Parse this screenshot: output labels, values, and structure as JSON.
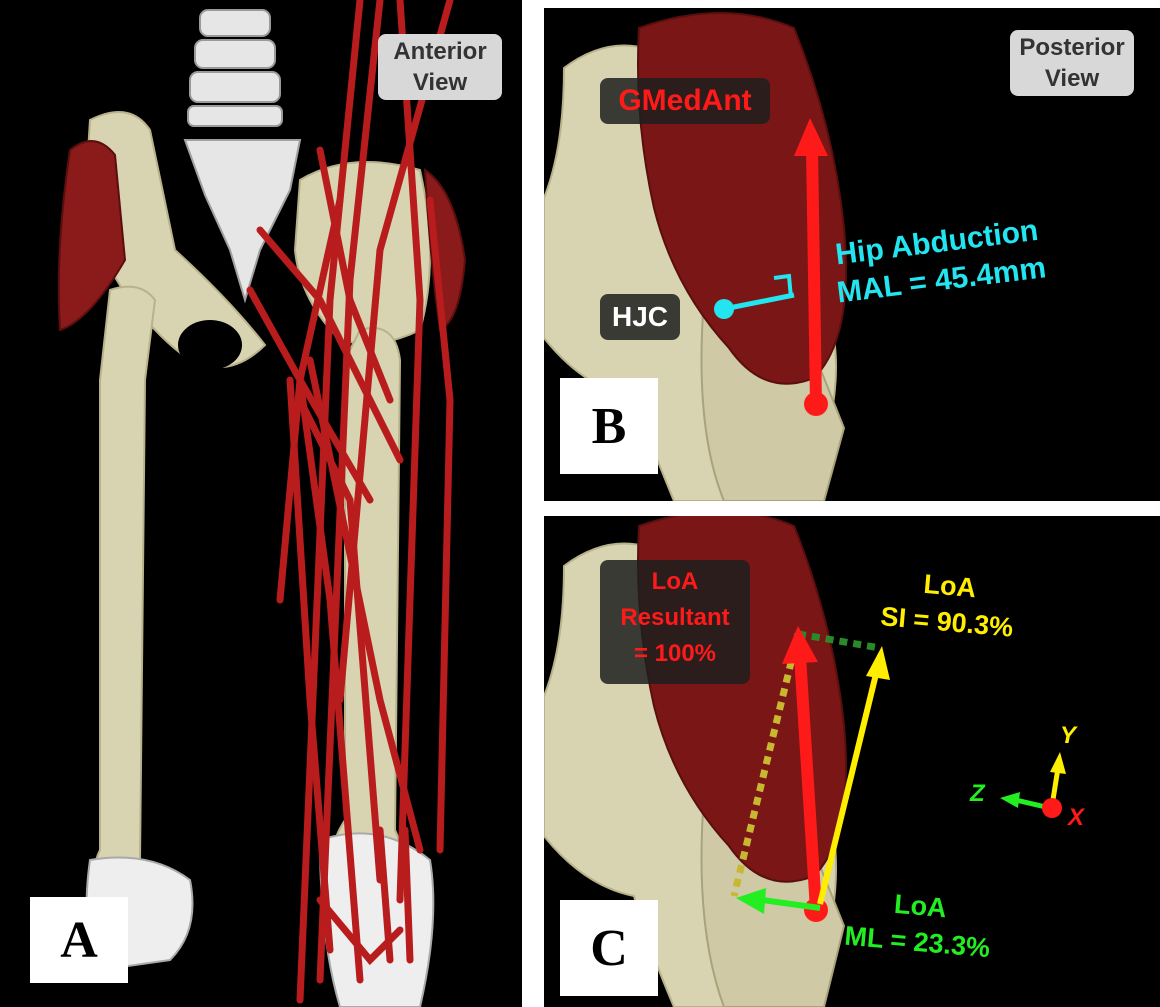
{
  "panel_a": {
    "view_label": [
      "Anterior",
      "View"
    ],
    "panel_letter": "A"
  },
  "panel_b": {
    "view_label": [
      "Posterior",
      "View"
    ],
    "panel_letter": "B",
    "muscle_label": "GMedAnt",
    "joint_label": "HJC",
    "moment_arm_label": [
      "Hip Abduction",
      "MAL = 45.4mm"
    ]
  },
  "panel_c": {
    "panel_letter": "C",
    "resultant_label": [
      "LoA",
      "Resultant",
      "= 100%"
    ],
    "si_label": [
      "LoA",
      "SI = 90.3%"
    ],
    "ml_label": [
      "LoA",
      "ML = 23.3%"
    ],
    "axes": {
      "y": "Y",
      "z": "Z",
      "x": "X"
    }
  },
  "colors": {
    "muscle_red": "#8b1a1a",
    "vector_red": "#ff1a1a",
    "cyan": "#22e5f0",
    "yellow": "#ffee00",
    "green": "#22ee22",
    "bone": "#d8d3b0",
    "metal": "#e8e8e8"
  }
}
